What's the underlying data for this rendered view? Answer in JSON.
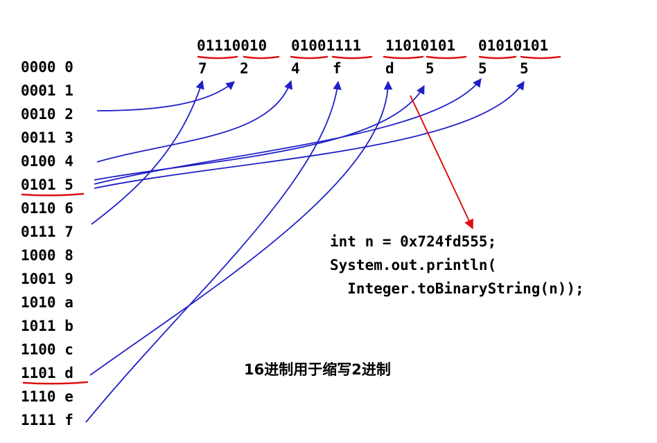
{
  "binary_groups": [
    "01110010",
    "01001111",
    "11010101",
    "01010101"
  ],
  "hex_digits": [
    "7",
    "2",
    "4",
    "f",
    "d",
    "5",
    "5",
    "5"
  ],
  "table": [
    {
      "bin": "0000",
      "hex": "0"
    },
    {
      "bin": "0001",
      "hex": "1"
    },
    {
      "bin": "0010",
      "hex": "2"
    },
    {
      "bin": "0011",
      "hex": "3"
    },
    {
      "bin": "0100",
      "hex": "4"
    },
    {
      "bin": "0101",
      "hex": "5"
    },
    {
      "bin": "0110",
      "hex": "6"
    },
    {
      "bin": "0111",
      "hex": "7"
    },
    {
      "bin": "1000",
      "hex": "8"
    },
    {
      "bin": "1001",
      "hex": "9"
    },
    {
      "bin": "1010",
      "hex": "a"
    },
    {
      "bin": "1011",
      "hex": "b"
    },
    {
      "bin": "1100",
      "hex": "c"
    },
    {
      "bin": "1101",
      "hex": "d"
    },
    {
      "bin": "1110",
      "hex": "e"
    },
    {
      "bin": "1111",
      "hex": "f"
    }
  ],
  "code": {
    "line1": "int n = 0x724fd555;",
    "line2": "System.out.println(",
    "line3": "  Integer.toBinaryString(n));"
  },
  "caption": "16进制用于缩写2进制",
  "colors": {
    "arrow_blue": "#1f1fc8",
    "underline_red": "#e01010",
    "arrow_red": "#dd1111"
  }
}
